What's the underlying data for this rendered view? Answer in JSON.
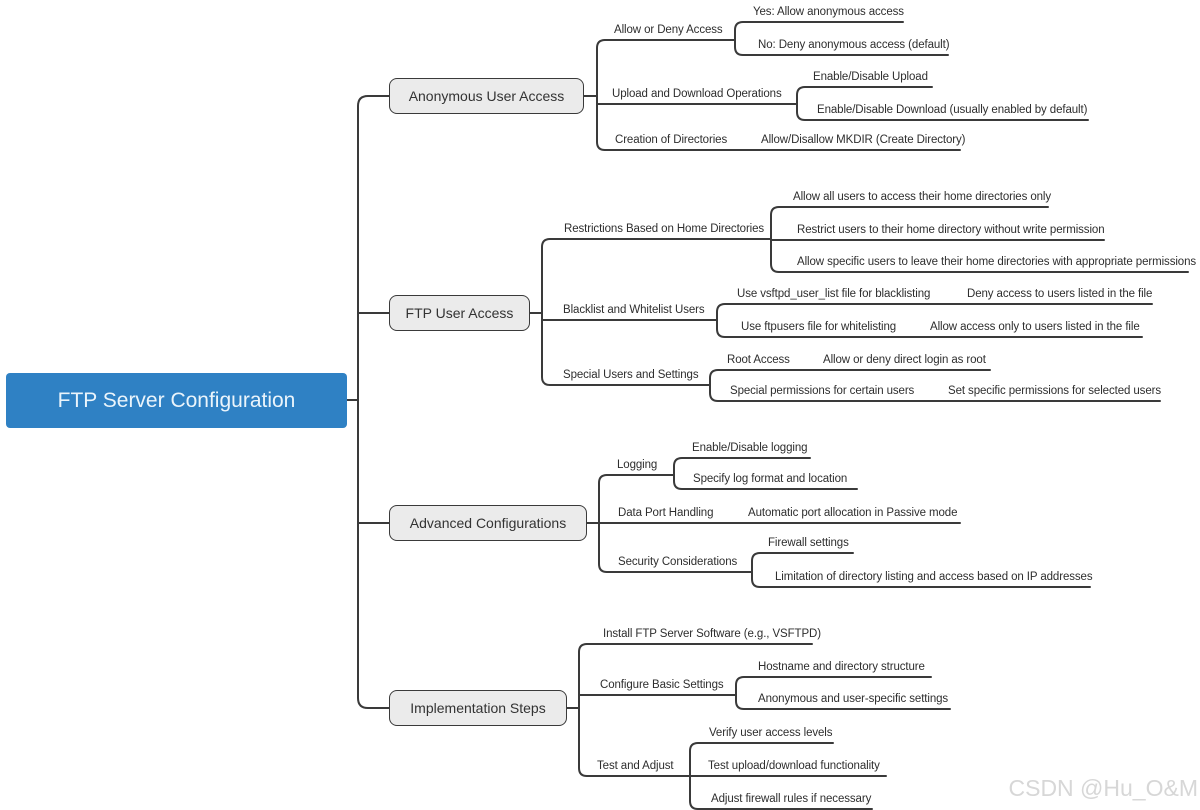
{
  "root": {
    "label": "FTP Server Configuration"
  },
  "branches": [
    {
      "label": "Anonymous User Access",
      "children": [
        {
          "label": "Allow or Deny Access",
          "children": [
            {
              "label": "Yes: Allow anonymous access"
            },
            {
              "label": "No: Deny anonymous access (default)"
            }
          ]
        },
        {
          "label": "Upload and Download Operations",
          "children": [
            {
              "label": "Enable/Disable Upload"
            },
            {
              "label": "Enable/Disable Download (usually enabled by default)"
            }
          ]
        },
        {
          "label": "Creation of Directories",
          "children": [
            {
              "label": "Allow/Disallow MKDIR (Create Directory)"
            }
          ]
        }
      ]
    },
    {
      "label": "FTP User Access",
      "children": [
        {
          "label": "Restrictions Based on Home Directories",
          "children": [
            {
              "label": "Allow all users to access their home directories only"
            },
            {
              "label": "Restrict users to their home directory without write permission"
            },
            {
              "label": "Allow specific users to leave their home directories with appropriate permissions"
            }
          ]
        },
        {
          "label": "Blacklist and Whitelist Users",
          "children": [
            {
              "label": "Use vsftpd_user_list file for blacklisting",
              "children": [
                {
                  "label": "Deny access to users listed in the file"
                }
              ]
            },
            {
              "label": "Use ftpusers file for whitelisting",
              "children": [
                {
                  "label": "Allow access only to users listed in the file"
                }
              ]
            }
          ]
        },
        {
          "label": "Special Users and Settings",
          "children": [
            {
              "label": "Root Access",
              "children": [
                {
                  "label": "Allow or deny direct login as root"
                }
              ]
            },
            {
              "label": "Special permissions for certain users",
              "children": [
                {
                  "label": "Set specific permissions for selected users"
                }
              ]
            }
          ]
        }
      ]
    },
    {
      "label": "Advanced Configurations",
      "children": [
        {
          "label": "Logging",
          "children": [
            {
              "label": "Enable/Disable logging"
            },
            {
              "label": "Specify log format and location"
            }
          ]
        },
        {
          "label": "Data Port Handling",
          "children": [
            {
              "label": "Automatic port allocation in Passive mode"
            }
          ]
        },
        {
          "label": "Security Considerations",
          "children": [
            {
              "label": "Firewall settings"
            },
            {
              "label": "Limitation of directory listing and access based on IP addresses"
            }
          ]
        }
      ]
    },
    {
      "label": "Implementation Steps",
      "children": [
        {
          "label": "Install FTP Server Software (e.g., VSFTPD)"
        },
        {
          "label": "Configure Basic Settings",
          "children": [
            {
              "label": "Hostname and directory structure"
            },
            {
              "label": "Anonymous and user-specific settings"
            }
          ]
        },
        {
          "label": "Test and Adjust",
          "children": [
            {
              "label": "Verify user access levels"
            },
            {
              "label": "Test upload/download functionality"
            },
            {
              "label": "Adjust firewall rules if necessary"
            }
          ]
        }
      ]
    }
  ],
  "watermark": "CSDN @Hu_O&M",
  "colors": {
    "root_fill": "#2f81c4",
    "branch_fill": "#ebebeb",
    "line": "#3a3a3a",
    "watermark": "#d7d7d7"
  }
}
